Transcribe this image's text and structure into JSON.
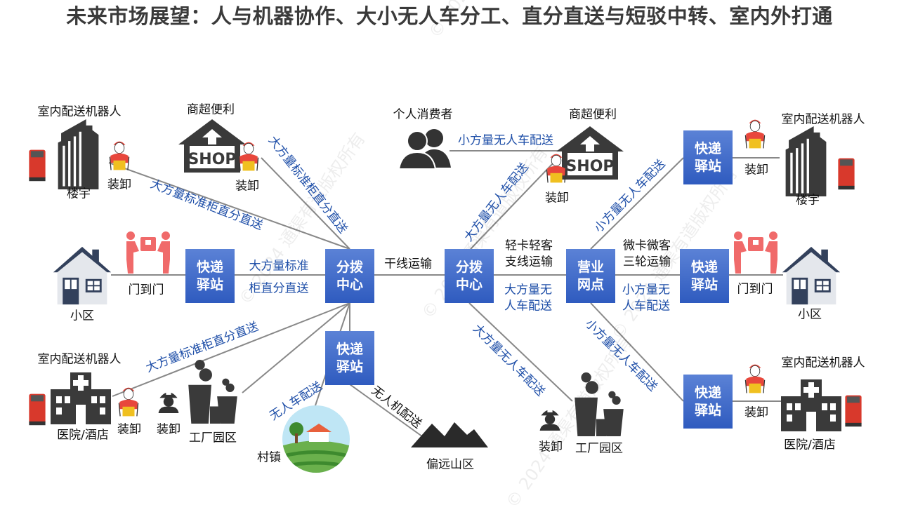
{
  "title": "未来市场展望：人与机器协作、大小无人车分工、直分直送与短驳中转、室内外打通",
  "watermark": "© 2024 通渠有道版权所有",
  "colors": {
    "box": "#3a66c8",
    "route_text": "#1f4fa8",
    "line": "#888888",
    "icon_dark": "#3a3a3a",
    "icon_red": "#e8473c"
  },
  "boxes": {
    "station_left": "快递驿站",
    "hub_left": "分拨中心",
    "hub_right": "分拨中心",
    "outlet": "营业网点",
    "station_right_mid": "快递驿站",
    "station_right_top": "快递驿站",
    "station_bottom_center": "快递驿站",
    "station_right_bottom": "快递驿站"
  },
  "labels": {
    "robot_tl": "室内配送机器人",
    "building_tl": "楼宇",
    "unload_tl": "装卸",
    "shop_tl": "商超便利",
    "unload_shop_tl": "装卸",
    "community_l": "小区",
    "door_l": "门到门",
    "robot_bl": "室内配送机器人",
    "hospital_bl": "医院/酒店",
    "unload_bl1": "装卸",
    "unload_bl2": "装卸",
    "factory_bl": "工厂园区",
    "village": "村镇",
    "mountain": "偏远山区",
    "consumer": "个人消费者",
    "shop_tr": "商超便利",
    "unload_shop_tr": "装卸",
    "robot_tr": "室内配送机器人",
    "unload_tr": "装卸",
    "building_tr": "楼宇",
    "trunk": "干线运输",
    "branch_1": "轻卡轻客",
    "branch_2": "支线运输",
    "micro_1": "微卡微客",
    "micro_2": "三轮运输",
    "door_r": "门到门",
    "community_r": "小区",
    "unload_br_factory": "装卸",
    "factory_br": "工厂园区",
    "robot_br": "室内配送机器人",
    "unload_br": "装卸",
    "hospital_br": "医院/酒店"
  },
  "routes": {
    "to_building_tl": "大方量标准柜直分直送",
    "to_shop_tl": "大方量标准柜直分直送",
    "to_station_l_1": "大方量标准",
    "to_station_l_2": "柜直分直送",
    "to_hospital_bl": "大方量标准柜直分直送",
    "to_village": "无人车配送",
    "to_mountain": "无人机配送",
    "consumer_to_shop": "小方量无人车配送",
    "hub_to_shop": "大方量无人车配送",
    "outlet_to_station_top": "小方量无人车配送",
    "hub_to_outlet_1": "大方量无",
    "hub_to_outlet_2": "人车配送",
    "outlet_to_station_1": "小方量无",
    "outlet_to_station_2": "人车配送",
    "hub_to_factory": "大方量无人车配送",
    "outlet_to_station_bottom": "小方量无人车配送"
  }
}
